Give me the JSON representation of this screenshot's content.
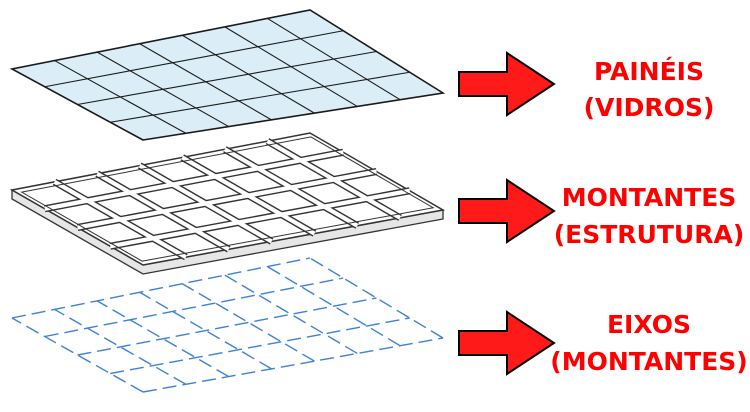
{
  "labels": {
    "paineis": {
      "line1": "PAINÉIS",
      "line2": "(VIDROS)"
    },
    "montantes": {
      "line1": "MONTANTES",
      "line2": "(ESTRUTURA)"
    },
    "eixos": {
      "line1": "EIXOS",
      "line2": "(MONTANTES)"
    }
  },
  "grid": {
    "rows": 4,
    "cols": 7
  },
  "colors": {
    "label_text": "#ff0000",
    "arrow_fill": "#ff1a1a",
    "arrow_stroke": "#000000",
    "glass_fill": "#dbeef7",
    "glass_stroke": "#1a1a1a",
    "frame_fill": "#ffffff",
    "frame_stroke": "#333333",
    "axis_stroke": "#3c82d8"
  }
}
